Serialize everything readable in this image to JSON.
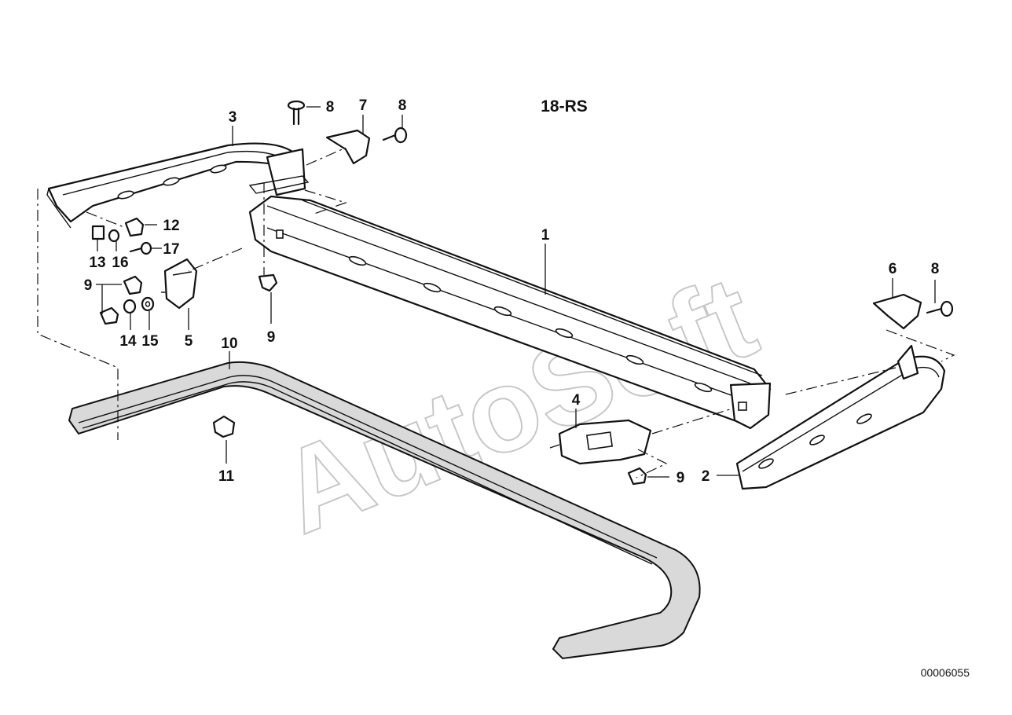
{
  "group_label": "18-RS",
  "diagram_id": "00006055",
  "watermark": "AutoSoft",
  "callouts": {
    "c1": "1",
    "c2": "2",
    "c3": "3",
    "c4": "4",
    "c5": "5",
    "c6": "6",
    "c7": "7",
    "c8a": "8",
    "c8b": "8",
    "c8c": "8",
    "c9a": "9",
    "c9b": "9",
    "c9c": "9",
    "c10": "10",
    "c11": "11",
    "c12": "12",
    "c13": "13",
    "c14": "14",
    "c15": "15",
    "c16": "16",
    "c17": "17"
  },
  "colors": {
    "ink": "#111111",
    "watermark": "#9a9a9a",
    "background": "#ffffff"
  }
}
